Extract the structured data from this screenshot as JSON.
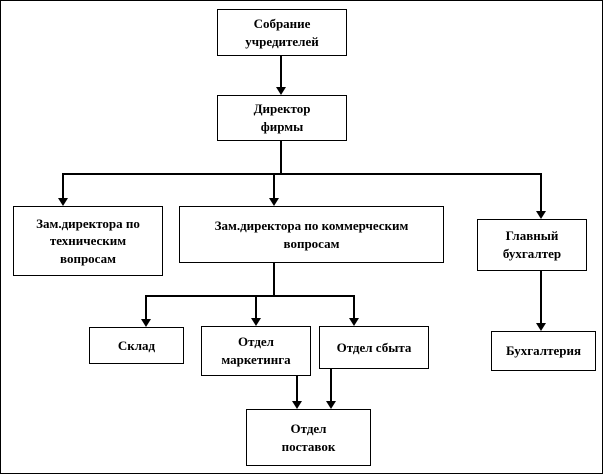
{
  "diagram": {
    "type": "org-chart",
    "title": "",
    "colors": {
      "line": "#000000",
      "box_border": "#000000",
      "background": "#ffffff",
      "text": "#000000"
    },
    "nodes": {
      "founders": {
        "label": "Собрание\nучредителей"
      },
      "director": {
        "label": "Директор\nфирмы"
      },
      "tech_deputy": {
        "label": "Зам.директора по\nтехническим\nвопросам"
      },
      "commercial_deputy": {
        "label": "Зам.директора по коммерческим\nвопросам"
      },
      "chief_accountant": {
        "label": "Главный\nбухгалтер"
      },
      "warehouse": {
        "label": "Склад"
      },
      "marketing": {
        "label": "Отдел\nмаркетинга"
      },
      "sales": {
        "label": "Отдел сбыта"
      },
      "supply": {
        "label": "Отдел\nпоставок"
      },
      "accounting": {
        "label": "Бухгалтерия"
      }
    },
    "edges": [
      {
        "from": "founders",
        "to": "director"
      },
      {
        "from": "director",
        "to": "tech_deputy"
      },
      {
        "from": "director",
        "to": "commercial_deputy"
      },
      {
        "from": "director",
        "to": "chief_accountant"
      },
      {
        "from": "commercial_deputy",
        "to": "warehouse"
      },
      {
        "from": "commercial_deputy",
        "to": "marketing"
      },
      {
        "from": "commercial_deputy",
        "to": "sales"
      },
      {
        "from": "marketing",
        "to": "supply"
      },
      {
        "from": "sales",
        "to": "supply"
      },
      {
        "from": "chief_accountant",
        "to": "accounting"
      }
    ]
  }
}
